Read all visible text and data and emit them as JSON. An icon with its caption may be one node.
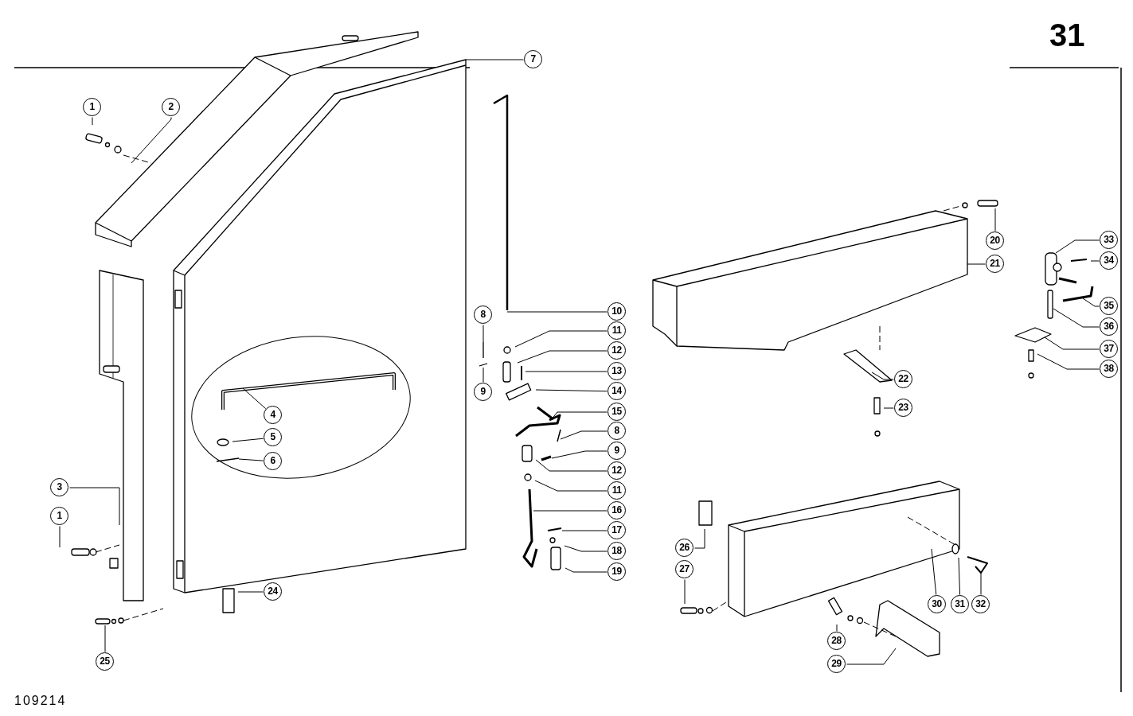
{
  "diagram": {
    "nodes": [
      {
        "text": [
          "1"
        ]
      },
      {
        "text": [
          "2"
        ]
      },
      {
        "text": [
          "7"
        ]
      },
      {
        "text": [
          "3"
        ]
      },
      {
        "text": [
          "1"
        ]
      },
      {
        "text": [
          "4"
        ]
      },
      {
        "text": [
          "5"
        ]
      },
      {
        "text": [
          "6"
        ]
      },
      {
        "text": [
          "8"
        ]
      },
      {
        "text": [
          "9"
        ]
      },
      {
        "text": [
          "10"
        ]
      },
      {
        "text": [
          "11"
        ]
      },
      {
        "text": [
          "12"
        ]
      },
      {
        "text": [
          "13"
        ]
      },
      {
        "text": [
          "14"
        ]
      },
      {
        "text": [
          "15"
        ]
      },
      {
        "text": [
          "8"
        ]
      },
      {
        "text": [
          "9"
        ]
      },
      {
        "text": [
          "12"
        ]
      },
      {
        "text": [
          "11"
        ]
      },
      {
        "text": [
          "16"
        ]
      },
      {
        "text": [
          "17"
        ]
      },
      {
        "text": [
          "18"
        ]
      },
      {
        "text": [
          "19"
        ]
      },
      {
        "text": [
          "24"
        ]
      },
      {
        "text": [
          "25"
        ]
      },
      {
        "text": [
          "20"
        ]
      },
      {
        "text": [
          "21"
        ]
      },
      {
        "text": [
          "22"
        ]
      },
      {
        "text": [
          "23"
        ]
      },
      {
        "text": [
          "33"
        ]
      },
      {
        "text": [
          "34"
        ]
      },
      {
        "text": [
          "35"
        ]
      },
      {
        "text": [
          "36"
        ]
      },
      {
        "text": [
          "37"
        ]
      },
      {
        "text": [
          "38"
        ]
      },
      {
        "text": [
          "26"
        ]
      },
      {
        "text": [
          "27"
        ]
      },
      {
        "text": [
          "30"
        ]
      },
      {
        "text": [
          "31"
        ]
      },
      {
        "text": [
          "32"
        ]
      },
      {
        "text": [
          "28"
        ]
      },
      {
        "text": [
          "29"
        ]
      }
    ],
    "edges": [
      {
        "from": 0,
        "to": null,
        "arrow": "none"
      },
      {
        "from": 1,
        "to": null,
        "arrow": "none"
      },
      {
        "from": 2,
        "to": null,
        "arrow": "none"
      },
      {
        "from": 3,
        "to": null,
        "arrow": "none"
      },
      {
        "from": 4,
        "to": null,
        "arrow": "none"
      },
      {
        "from": 5,
        "to": null,
        "arrow": "none"
      },
      {
        "from": 6,
        "to": null,
        "arrow": "none"
      },
      {
        "from": 7,
        "to": null,
        "arrow": "none"
      },
      {
        "from": 8,
        "to": null,
        "arrow": "none"
      },
      {
        "from": 9,
        "to": null,
        "arrow": "none"
      },
      {
        "from": 10,
        "to": null,
        "arrow": "none"
      },
      {
        "from": 11,
        "to": null,
        "arrow": "none"
      },
      {
        "from": 12,
        "to": null,
        "arrow": "none"
      },
      {
        "from": 13,
        "to": null,
        "arrow": "none"
      },
      {
        "from": 14,
        "to": null,
        "arrow": "none"
      },
      {
        "from": 15,
        "to": null,
        "arrow": "none"
      },
      {
        "from": 16,
        "to": null,
        "arrow": "none"
      },
      {
        "from": 17,
        "to": null,
        "arrow": "none"
      },
      {
        "from": 18,
        "to": null,
        "arrow": "none"
      },
      {
        "from": 19,
        "to": null,
        "arrow": "none"
      },
      {
        "from": 20,
        "to": null,
        "arrow": "none"
      },
      {
        "from": 21,
        "to": null,
        "arrow": "none"
      },
      {
        "from": 22,
        "to": null,
        "arrow": "none"
      },
      {
        "from": 23,
        "to": null,
        "arrow": "none"
      },
      {
        "from": 24,
        "to": null,
        "arrow": "none"
      },
      {
        "from": 25,
        "to": null,
        "arrow": "none"
      },
      {
        "from": 26,
        "to": null,
        "arrow": "none"
      },
      {
        "from": 27,
        "to": null,
        "arrow": "none"
      },
      {
        "from": 28,
        "to": null,
        "arrow": "none"
      },
      {
        "from": 29,
        "to": null,
        "arrow": "none"
      },
      {
        "from": 30,
        "to": null,
        "arrow": "none"
      },
      {
        "from": 31,
        "to": null,
        "arrow": "none"
      },
      {
        "from": 32,
        "to": null,
        "arrow": "none"
      },
      {
        "from": 33,
        "to": null,
        "arrow": "none"
      },
      {
        "from": 34,
        "to": null,
        "arrow": "none"
      },
      {
        "from": 35,
        "to": null,
        "arrow": "none"
      },
      {
        "from": 36,
        "to": null,
        "arrow": "none"
      },
      {
        "from": 37,
        "to": null,
        "arrow": "none"
      },
      {
        "from": 38,
        "to": null,
        "arrow": "none"
      },
      {
        "from": 39,
        "to": null,
        "arrow": "none"
      },
      {
        "from": 40,
        "to": null,
        "arrow": "none"
      },
      {
        "from": 41,
        "to": null,
        "arrow": "none"
      },
      {
        "from": 42,
        "to": null,
        "arrow": "none"
      }
    ],
    "labels": [
      "31",
      "109214"
    ]
  }
}
